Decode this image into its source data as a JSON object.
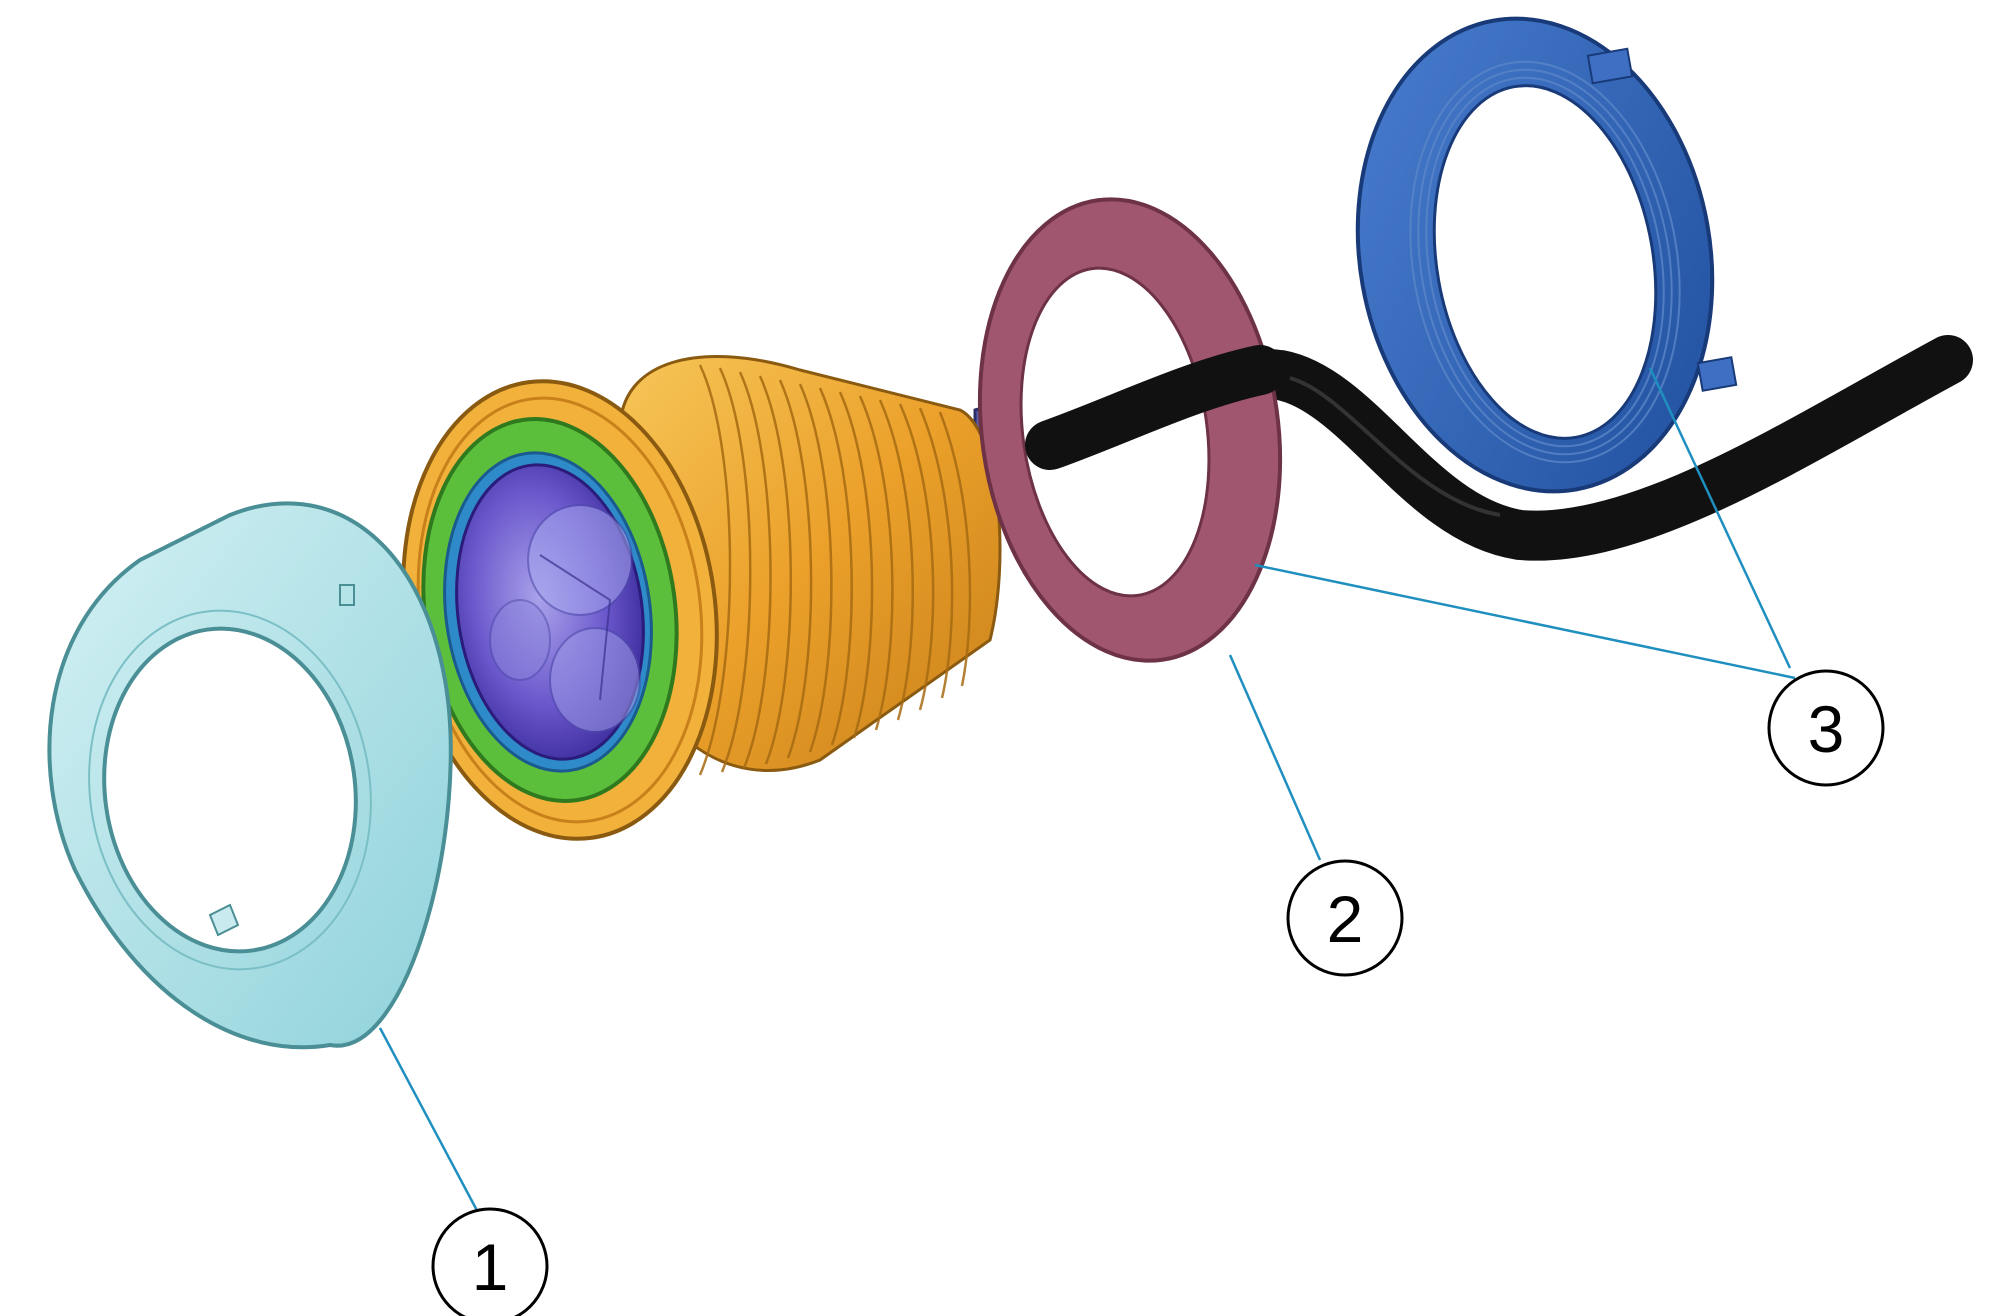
{
  "diagram": {
    "parts": [
      {
        "id": "trim-ring",
        "callout": "1",
        "color": "#9fdde3"
      },
      {
        "id": "gasket",
        "callout": "2",
        "color": "#a0566e"
      },
      {
        "id": "lock-nut",
        "callout": "3",
        "color": "#2f5fb4"
      }
    ],
    "housing_color": "#f2a92c",
    "flange_color": "#5cbf3c",
    "lens_color": "#6650c8",
    "cable_color": "#111111",
    "leader_color": "#1f8fc0"
  }
}
